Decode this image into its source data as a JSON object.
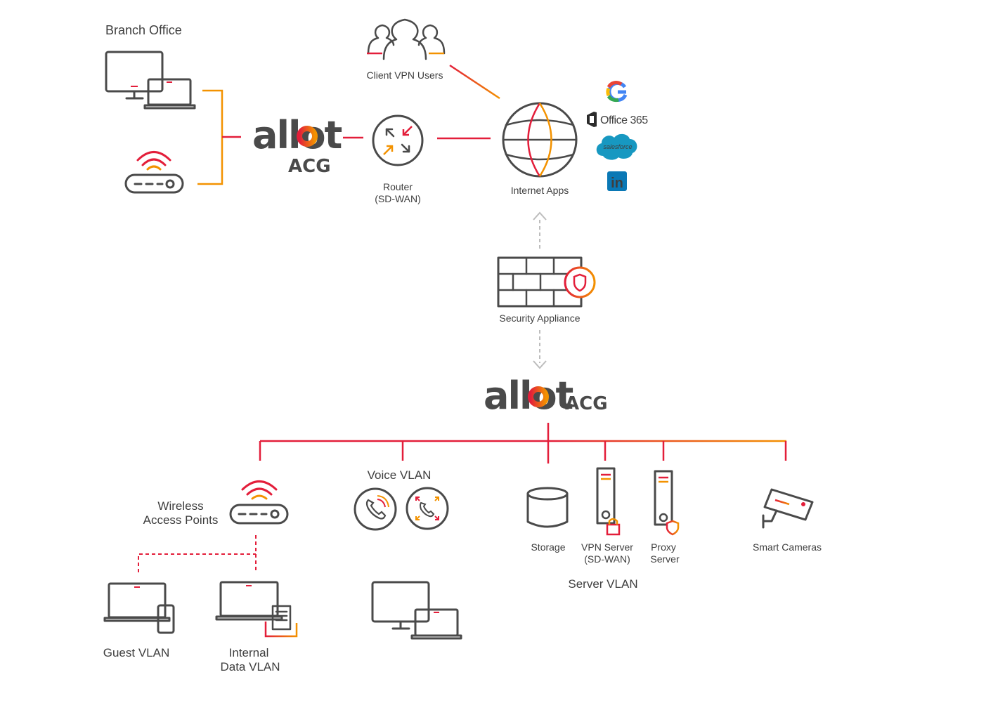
{
  "colors": {
    "red": "#e31e3a",
    "orange": "#f39200",
    "gray": "#4a4a4a",
    "dashed_gray": "#bdbdbd"
  },
  "branch": {
    "title": "Branch Office"
  },
  "vpn_users": {
    "label": "Client VPN Users"
  },
  "router": {
    "line1": "Router",
    "line2": "(SD-WAN)"
  },
  "internet": {
    "label": "Internet  Apps"
  },
  "apps": {
    "office_label": "Office 365",
    "salesforce_label": "salesforce",
    "linkedin_label": "in",
    "google_label": "G"
  },
  "security": {
    "label": "Security Appliance"
  },
  "logo_top": {
    "brand": "allot",
    "product": "ACG"
  },
  "logo_main": {
    "brand": "allot",
    "product": "ACG"
  },
  "wireless": {
    "line1": "Wireless",
    "line2": "Access Points"
  },
  "voice": {
    "label": "Voice VLAN"
  },
  "storage": {
    "label": "Storage"
  },
  "vpn_server": {
    "line1": "VPN Server",
    "line2": "(SD-WAN)"
  },
  "proxy": {
    "line1": "Proxy",
    "line2": "Server"
  },
  "cameras": {
    "label": "Smart Cameras"
  },
  "server_vlan": {
    "label": "Server VLAN"
  },
  "guest": {
    "label": "Guest VLAN"
  },
  "internal": {
    "line1": "Internal",
    "line2": "Data VLAN"
  }
}
